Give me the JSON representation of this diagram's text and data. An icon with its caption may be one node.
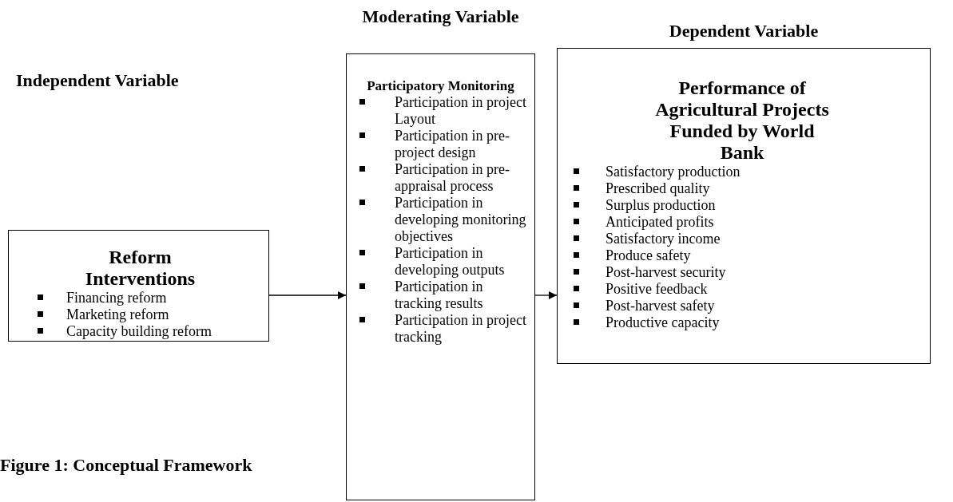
{
  "diagram": {
    "caption": "Figure 1: Conceptual Framework",
    "nodes": [
      {
        "text": [
          "Reform Interventions",
          "Financing reform",
          "Marketing reform",
          "Capacity building reform"
        ]
      },
      {
        "text": [
          "Moderating Variable",
          "Participatory Monitoring",
          "Participation in project Layout",
          "Participation in pre-project design",
          "Participation in pre-appraisal process",
          "Participation in developing monitoring objectives",
          "Participation in developing outputs",
          "Participation in tracking results",
          "Participation in project tracking"
        ]
      },
      {
        "text": [
          "Dependent Variable",
          "Performance of Agricultural Projects Funded by World Bank",
          "Satisfactory production",
          "Prescribed quality",
          "Surplus production",
          "Anticipated profits",
          "Satisfactory income",
          "Produce safety",
          "Post-harvest security",
          "Positive feedback",
          "Post-harvest safety",
          "Productive capacity"
        ]
      }
    ],
    "edges": [
      {
        "from": 0,
        "to": 1,
        "arrow": "to"
      },
      {
        "from": 1,
        "to": 2,
        "arrow": "to"
      }
    ],
    "labels": [
      "Independent Variable"
    ]
  }
}
